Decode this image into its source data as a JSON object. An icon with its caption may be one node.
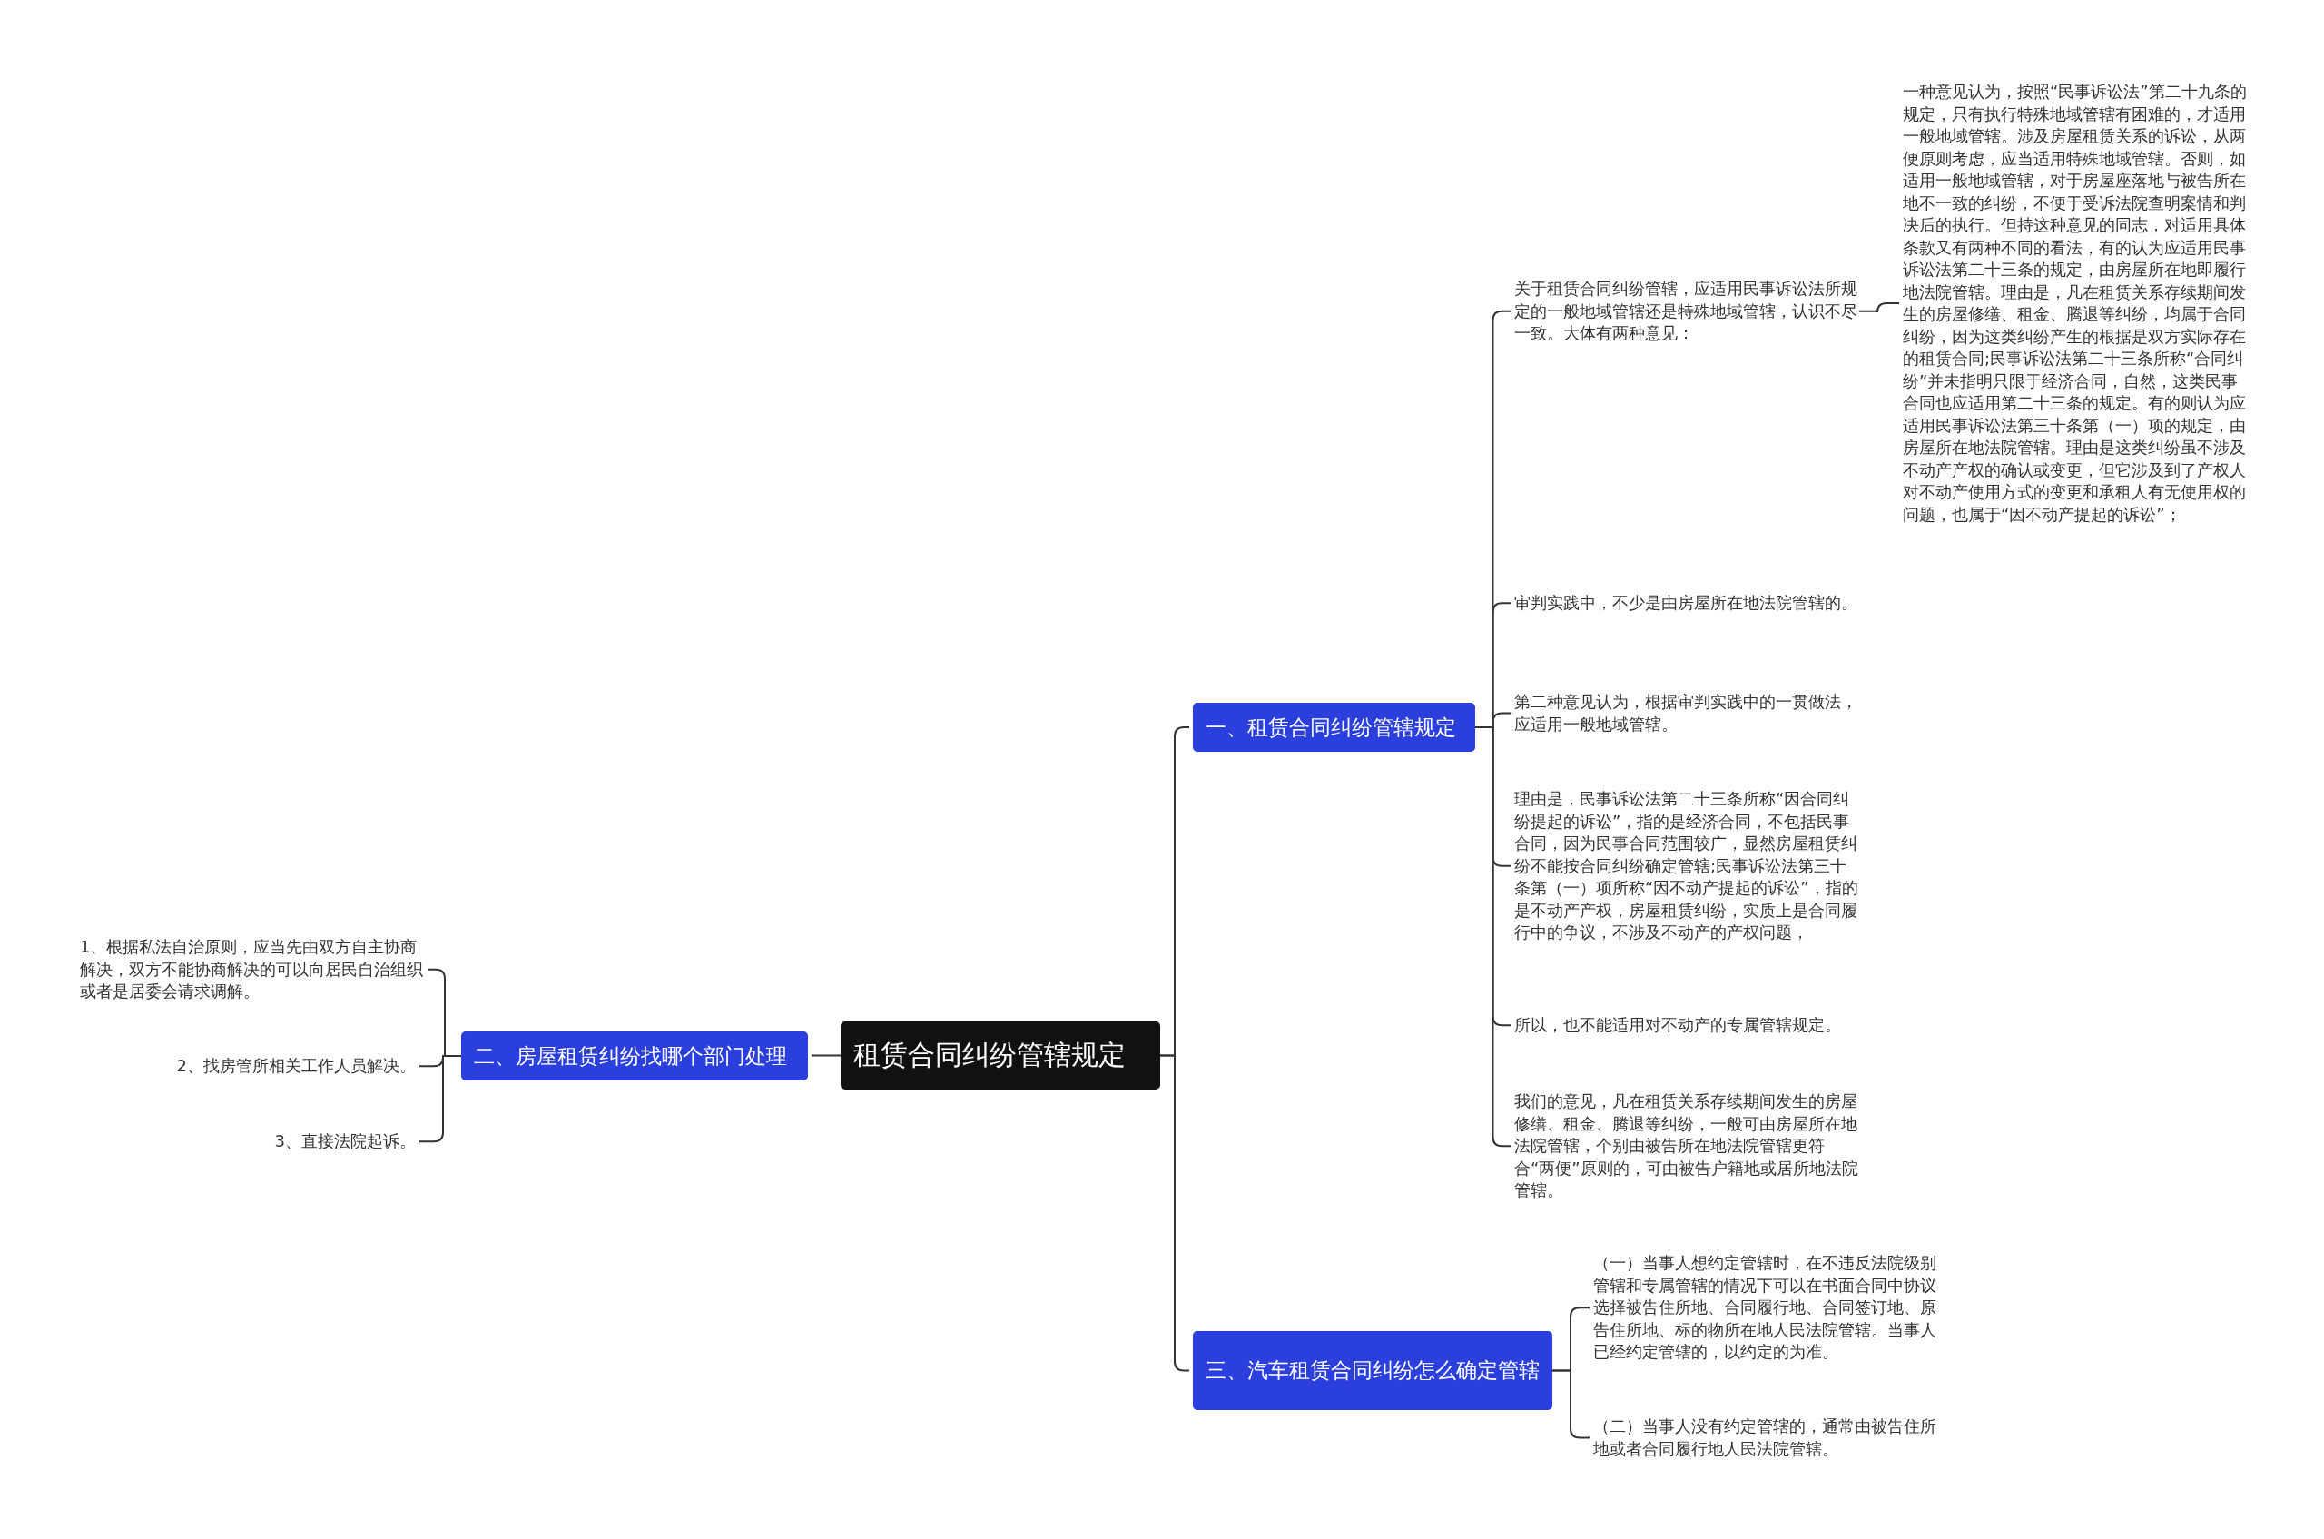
{
  "diagram": {
    "nodes": [
      {
        "text": [
          "租赁合同纠纷管辖规定"
        ]
      },
      {
        "text": [
          "一、租赁合同纠纷管辖规定"
        ]
      },
      {
        "text": [
          "关于租赁合同纠纷管辖，应适用民事诉讼法所规定的一般地域管辖还是特殊地域管辖，认识不尽一致。大体有两种意见："
        ]
      },
      {
        "text": [
          "一种意见认为，按照“民事诉讼法”第二十九条的规定，只有执行特殊地域管辖有困难的，才适用一般地域管辖。涉及房屋租赁关系的诉讼，从两便原则考虑，应当适用特殊地域管辖。否则，如适用一般地域管辖，对于房屋座落地与被告所在地不一致的纠纷，不便于受诉法院查明案情和判决后的执行。但持这种意见的同志，对适用具体条款又有两种不同的看法，有的认为应适用民事诉讼法第二十三条的规定，由房屋所在地即履行地法院管辖。理由是，凡在租赁关系存续期间发生的房屋修缮、租金、腾退等纠纷，均属于合同纠纷，因为这类纠纷产生的根据是双方实际存在的租赁合同;民事诉讼法第二十三条所称“合同纠纷”并未指明只限于经济合同，自然，这类民事合同也应适用第二十三条的规定。有的则认为应适用民事诉讼法第三十条第（一）项的规定，由房屋所在地法院管辖。理由是这类纠纷虽不涉及不动产产权的确认或变更，但它涉及到了产权人对不动产使用方式的变更和承租人有无使用权的问题，也属于“因不动产提起的诉讼”；"
        ]
      },
      {
        "text": [
          "审判实践中，不少是由房屋所在地法院管辖的。"
        ]
      },
      {
        "text": [
          "第二种意见认为，根据审判实践中的一贯做法，应适用一般地域管辖。"
        ]
      },
      {
        "text": [
          "理由是，民事诉讼法第二十三条所称“因合同纠纷提起的诉讼”，指的是经济合同，不包括民事合同，因为民事合同范围较广，显然房屋租赁纠纷不能按合同纠纷确定管辖;民事诉讼法第三十条第（一）项所称“因不动产提起的诉讼”，指的是不动产产权，房屋租赁纠纷，实质上是合同履行中的争议，不涉及不动产的产权问题，"
        ]
      },
      {
        "text": [
          "所以，也不能适用对不动产的专属管辖规定。"
        ]
      },
      {
        "text": [
          "我们的意见，凡在租赁关系存续期间发生的房屋修缮、租金、腾退等纠纷，一般可由房屋所在地法院管辖，个别由被告所在地法院管辖更符合“两便”原则的，可由被告户籍地或居所地法院管辖。"
        ]
      },
      {
        "text": [
          "二、房屋租赁纠纷找哪个部门处理"
        ]
      },
      {
        "text": [
          "1、根据私法自治原则，应当先由双方自主协商解决，双方不能协商解决的可以向居民自治组织或者是居委会请求调解。"
        ]
      },
      {
        "text": [
          "2、找房管所相关工作人员解决。"
        ]
      },
      {
        "text": [
          "3、直接法院起诉。"
        ]
      },
      {
        "text": [
          "三、汽车租赁合同纠纷怎么确定管辖"
        ]
      },
      {
        "text": [
          "（一）当事人想约定管辖时，在不违反法院级别管辖和专属管辖的情况下可以在书面合同中协议选择被告住所地、合同履行地、合同签订地、原告住所地、标的物所在地人民法院管辖。当事人已经约定管辖的，以约定的为准。"
        ]
      },
      {
        "text": [
          "（二）当事人没有约定管辖的，通常由被告住所地或者合同履行地人民法院管辖。"
        ]
      }
    ],
    "edges": [
      {
        "from": 0,
        "to": 1,
        "arrow": "none"
      },
      {
        "from": 1,
        "to": 2,
        "arrow": "none"
      },
      {
        "from": 2,
        "to": 3,
        "arrow": "none"
      },
      {
        "from": 1,
        "to": 4,
        "arrow": "none"
      },
      {
        "from": 1,
        "to": 5,
        "arrow": "none"
      },
      {
        "from": 1,
        "to": 6,
        "arrow": "none"
      },
      {
        "from": 1,
        "to": 7,
        "arrow": "none"
      },
      {
        "from": 1,
        "to": 8,
        "arrow": "none"
      },
      {
        "from": 0,
        "to": 9,
        "arrow": "none"
      },
      {
        "from": 9,
        "to": 10,
        "arrow": "none"
      },
      {
        "from": 9,
        "to": 11,
        "arrow": "none"
      },
      {
        "from": 9,
        "to": 12,
        "arrow": "none"
      },
      {
        "from": 0,
        "to": 13,
        "arrow": "none"
      },
      {
        "from": 13,
        "to": 14,
        "arrow": "none"
      },
      {
        "from": 13,
        "to": 15,
        "arrow": "none"
      }
    ]
  }
}
